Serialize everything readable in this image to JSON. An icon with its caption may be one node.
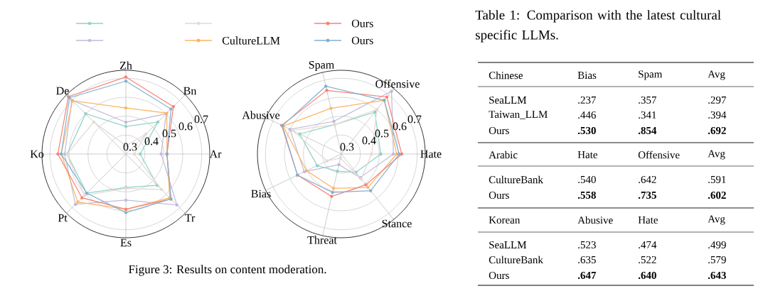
{
  "diagram": {
    "caption": "Figure 3: Results on content moderation.",
    "labels": [
      "Zh",
      "Bn",
      "Ar",
      "Tr",
      "Es",
      "Pt",
      "Ko",
      "De",
      "0.3",
      "0.4",
      "0.5",
      "0.6",
      "0.7",
      "Hate",
      "Stance",
      "Threat",
      "Bias",
      "Abusive",
      "Spam",
      "Offensive",
      "0.3",
      "0.4",
      "0.5",
      "0.6",
      "0.7",
      "Table 1: Comparison with the latest cultural specific LLMs.",
      "Chinese",
      "Bias",
      "Spam",
      "Avg",
      "SeaLLM",
      ".237",
      ".357",
      ".297",
      "Taiwan_LLM",
      ".446",
      ".341",
      ".394",
      "Ours",
      ".530",
      ".854",
      ".692",
      "Arabic",
      "Hate",
      "Offensive",
      "Avg",
      "CultureBank",
      ".540",
      ".642",
      ".591",
      "Ours",
      ".558",
      ".735",
      ".602",
      "Korean",
      "Abusive",
      "Hate",
      "Avg",
      "SeaLLM",
      ".523",
      ".474",
      ".499",
      "CultureBank",
      ".635",
      ".522",
      ".579",
      "Ours",
      ".647",
      ".640",
      ".643"
    ],
    "legend": [
      {
        "text": "CultureLLM"
      },
      {
        "text": "Ours"
      },
      {
        "text": "Ours"
      }
    ]
  }
}
